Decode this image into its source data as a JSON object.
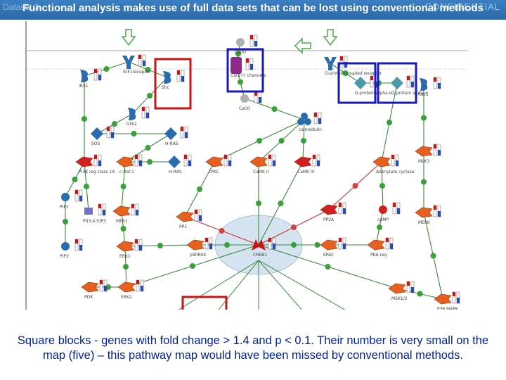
{
  "slide": {
    "title": "Functional analysis makes use of full data sets that can be lost using conventional methods",
    "corner_left": "Dataset 3",
    "corner_right": "CONFIDENTIAL",
    "caption": "Square blocks - genes with fold change > 1.4 and p < 0.1.  Their number is very small on the map (five) – this pathway map would have been missed by conventional methods."
  },
  "colors": {
    "title_bar": "#2f74b8",
    "caption_text": "#00239a",
    "highlight_red": "#c81414",
    "highlight_blue": "#1a1ab4",
    "edge_green": "#3a8a3a",
    "edge_red": "#c83232"
  },
  "map": {
    "nodes": [
      {
        "id": "igf1r",
        "label": "IGF1receptor",
        "shape": "receptor",
        "color": "#2a6cb0"
      },
      {
        "id": "irs1",
        "label": "IRS1",
        "shape": "blob",
        "color": "#2a6cb0"
      },
      {
        "id": "shc",
        "label": "Shc",
        "shape": "blob",
        "color": "#2a6cb0"
      },
      {
        "id": "grb2",
        "label": "Grb2",
        "shape": "blob",
        "color": "#2a6cb0"
      },
      {
        "id": "sos",
        "label": "SOS",
        "shape": "diamond",
        "color": "#2a6cb0"
      },
      {
        "id": "hras",
        "label": "H-RAS",
        "shape": "diamond",
        "color": "#2a6cb0"
      },
      {
        "id": "ca_ch",
        "label": "Ca(2+) channels",
        "shape": "channel",
        "color": "#8b2a8b"
      },
      {
        "id": "ca_in",
        "label": "Ca(II)",
        "shape": "circle",
        "color": "#b0b0b0"
      },
      {
        "id": "ca_out",
        "label": "Ca(II)",
        "shape": "circle",
        "color": "#b0b0b0"
      },
      {
        "id": "calmod",
        "label": "calmodulin",
        "shape": "triple",
        "color": "#2a6cb0"
      },
      {
        "id": "gpcr",
        "label": "G-protein coupled receptor",
        "shape": "receptor",
        "color": "#2a6cb0"
      },
      {
        "id": "gprot",
        "label": "G-protein alpha-s",
        "shape": "diamond",
        "color": "#4a9aa8"
      },
      {
        "id": "gprot2",
        "label": "G-protein alpha-s",
        "shape": "diamond",
        "color": "#4a9aa8"
      },
      {
        "id": "rac1",
        "label": "Rac1",
        "shape": "blob",
        "color": "#2a6cb0"
      },
      {
        "id": "mlk3",
        "label": "MLK3",
        "shape": "kinase",
        "color": "#e86020"
      },
      {
        "id": "pi3k",
        "label": "PI3K reg class 1A",
        "shape": "kinase",
        "color": "#d02020"
      },
      {
        "id": "craf",
        "label": "c-Raf-1",
        "shape": "kinase",
        "color": "#e86020"
      },
      {
        "id": "mkk1",
        "label": "MEK1",
        "shape": "kinase",
        "color": "#e86020"
      },
      {
        "id": "erk1",
        "label": "ERK1",
        "shape": "kinase",
        "color": "#e86020"
      },
      {
        "id": "erk2",
        "label": "ERK2",
        "shape": "kinase",
        "color": "#e86020"
      },
      {
        "id": "pdk",
        "label": "PDK",
        "shape": "kinase",
        "color": "#e86020"
      },
      {
        "id": "pip2",
        "label": "PIP2",
        "shape": "circle",
        "color": "#2a6cb0"
      },
      {
        "id": "pip3",
        "label": "PIP3",
        "shape": "circle",
        "color": "#2a6cb0"
      },
      {
        "id": "pi345",
        "label": "PI(3,4,5)P3",
        "shape": "square",
        "color": "#7070c8"
      },
      {
        "id": "hras2",
        "label": "H-RAS",
        "shape": "diamond",
        "color": "#2a6cb0"
      },
      {
        "id": "cpkc",
        "label": "cPKC",
        "shape": "kinase",
        "color": "#e86020"
      },
      {
        "id": "camk2",
        "label": "CaMK II",
        "shape": "kinase",
        "color": "#e86020"
      },
      {
        "id": "camk4",
        "label": "CaMK IV",
        "shape": "kinase",
        "color": "#d02020"
      },
      {
        "id": "adcy",
        "label": "Adenylate cyclase",
        "shape": "kinase",
        "color": "#e86020"
      },
      {
        "id": "pp1",
        "label": "PP1",
        "shape": "kinase",
        "color": "#e86020"
      },
      {
        "id": "pp2a",
        "label": "PP2A",
        "shape": "kinase",
        "color": "#d02020"
      },
      {
        "id": "camp",
        "label": "cAMP",
        "shape": "circle",
        "color": "#d02020"
      },
      {
        "id": "mekk",
        "label": "MEKK",
        "shape": "kinase",
        "color": "#e86020"
      },
      {
        "id": "p90rsk",
        "label": "p90RSK",
        "shape": "kinase",
        "color": "#e86020"
      },
      {
        "id": "creb1",
        "label": "CREB1",
        "shape": "tf",
        "color": "#c81414"
      },
      {
        "id": "epac",
        "label": "EPAC",
        "shape": "kinase",
        "color": "#e86020"
      },
      {
        "id": "pka",
        "label": "PKA reg",
        "shape": "kinase",
        "color": "#e86020"
      },
      {
        "id": "msk",
        "label": "MSK1/2",
        "shape": "kinase",
        "color": "#e86020"
      },
      {
        "id": "p38",
        "label": "P38 MAPK",
        "shape": "kinase",
        "color": "#e86020"
      }
    ]
  }
}
